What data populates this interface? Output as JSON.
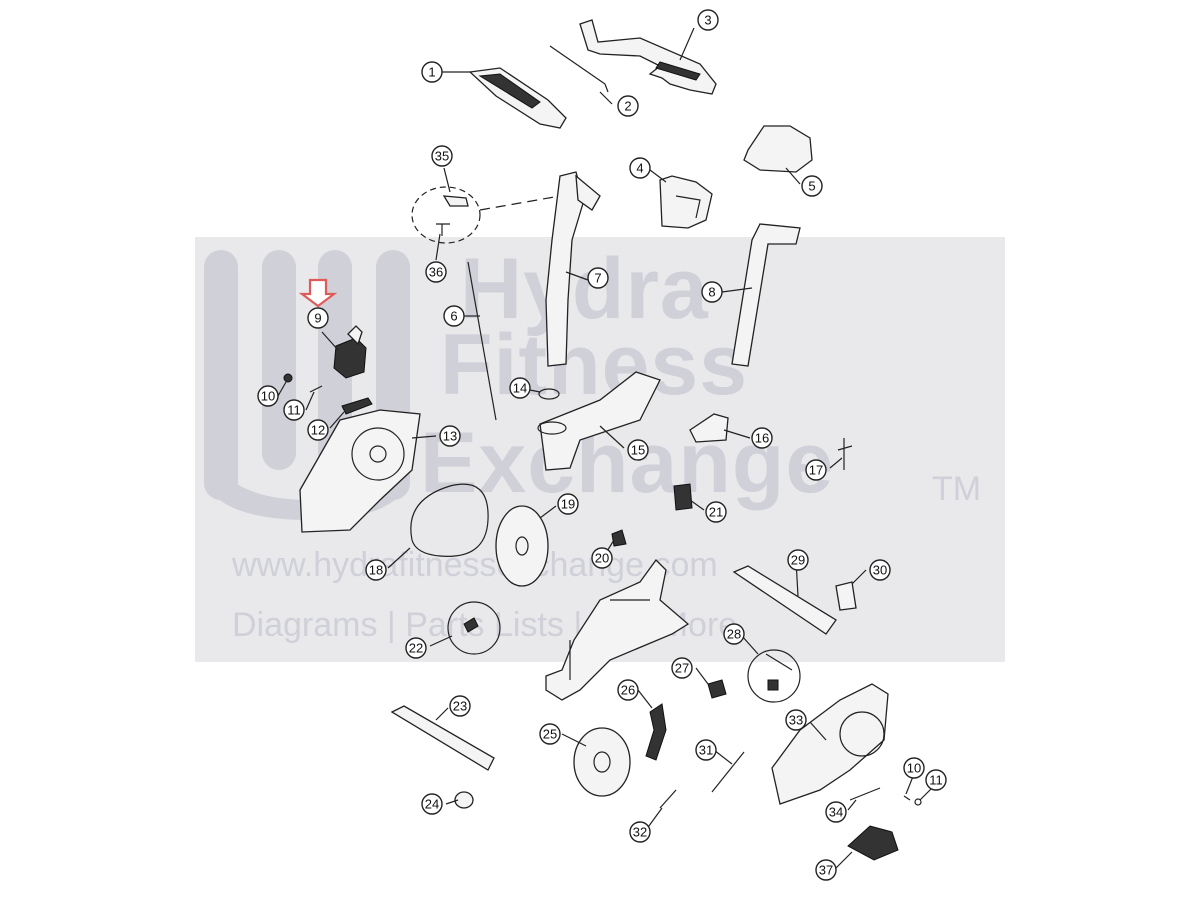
{
  "watermark": {
    "line1": "Hydra",
    "line2": "Fitness",
    "line3": "Exchange",
    "tm": "TM",
    "url": "www.hydrafitnessexchange.com",
    "tagline": "Diagrams | Parts Lists | And More"
  },
  "highlight": {
    "color": "#e05a5a",
    "target_part": "9"
  },
  "callouts": [
    "1",
    "2",
    "3",
    "4",
    "5",
    "6",
    "7",
    "8",
    "9",
    "10",
    "11",
    "12",
    "13",
    "14",
    "15",
    "16",
    "17",
    "18",
    "19",
    "20",
    "21",
    "22",
    "23",
    "24",
    "25",
    "26",
    "27",
    "28",
    "29",
    "30",
    "31",
    "32",
    "33",
    "34",
    "35",
    "36",
    "37",
    "10",
    "11"
  ]
}
